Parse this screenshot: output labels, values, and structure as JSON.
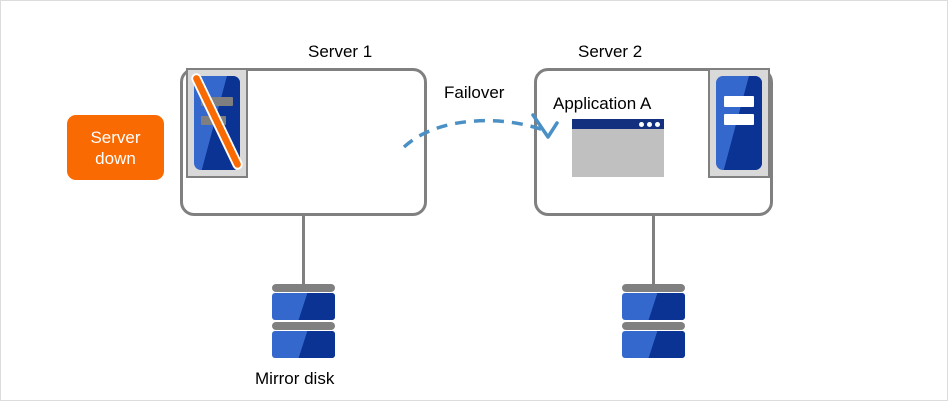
{
  "diagram": {
    "title_server1": "Server 1",
    "title_server2": "Server 2",
    "failover_label": "Failover",
    "application_label": "Application A",
    "mirror_disk_label": "Mirror disk",
    "status_badge": {
      "line1": "Server",
      "line2": "down"
    },
    "icons": {
      "server1_tower": "server-tower-down-icon",
      "server2_tower": "server-tower-icon",
      "app_window": "application-window-icon",
      "disk_left": "mirror-disk-icon",
      "disk_right": "mirror-disk-icon",
      "failover_arrow": "failover-arrow-icon",
      "down_slash": "server-down-slash-icon"
    },
    "colors": {
      "badge_orange": "#f96a02",
      "box_gray": "#808080",
      "icon_blue_light": "#3568cd",
      "icon_blue_dark": "#0a3393",
      "arrow_blue": "#4a90c4",
      "titlebar_navy": "#13307f",
      "app_body_gray": "#c0c0c0",
      "slash_orange": "#f96a02",
      "frame_gray": "#dcdcdc"
    }
  }
}
